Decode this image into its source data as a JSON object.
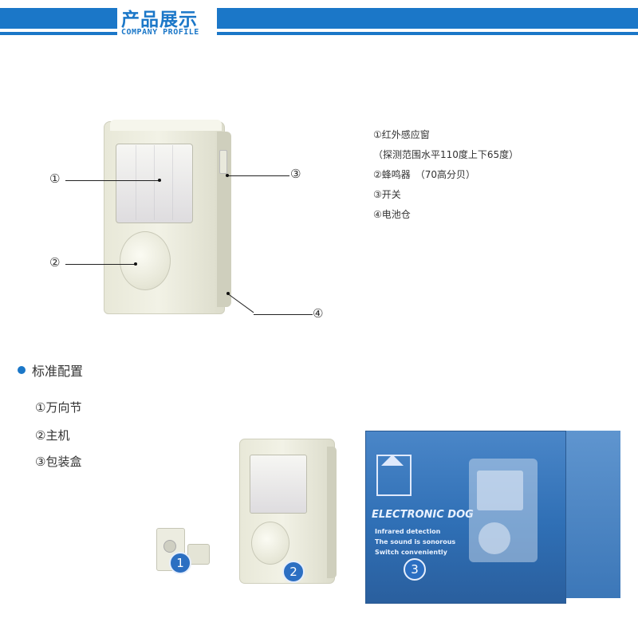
{
  "header": {
    "title": "产品展示",
    "subtitle": "COMPANY PROFILE",
    "accent_color": "#1b77c8"
  },
  "features": [
    "①红外感应窗",
    "（探测范围水平110度上下65度）",
    "②蜂鸣器　（70高分贝）",
    "③开关",
    "④电池仓"
  ],
  "callouts": [
    "①",
    "②",
    "③",
    "④"
  ],
  "standard_config": {
    "title": "标准配置",
    "items": [
      "①万向节",
      "②主机",
      "③包装盒"
    ]
  },
  "badges": [
    "1",
    "2",
    "3"
  ],
  "box": {
    "brand": "ELECTRONIC DOG",
    "line1": "Infrared detection",
    "line2": "The sound is sonorous",
    "line3": "Switch conveniently"
  },
  "icons": [
    "circle-number-icon",
    "section-bullet-icon",
    "dog-house-logo-icon"
  ]
}
